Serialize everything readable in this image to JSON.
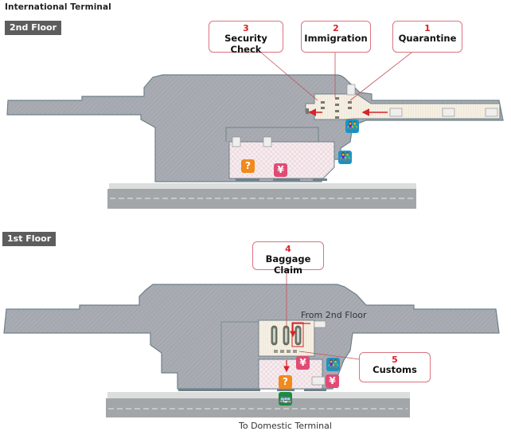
{
  "page_title": "International Terminal",
  "floors": [
    {
      "label": "2nd Floor",
      "callouts": [
        {
          "number": "3",
          "label": "Security Check"
        },
        {
          "number": "2",
          "label": "Immigration"
        },
        {
          "number": "1",
          "label": "Quarantine"
        }
      ],
      "icons": [
        "information",
        "currency-exchange",
        "restroom",
        "restroom"
      ]
    },
    {
      "label": "1st Floor",
      "callouts": [
        {
          "number": "4",
          "label": "Baggage Claim"
        },
        {
          "number": "5",
          "label": "Customs"
        }
      ],
      "labels": {
        "from_2nd_floor": "From 2nd Floor",
        "to_domestic": "To Domestic Terminal"
      },
      "icons": [
        "information",
        "currency-exchange",
        "currency-exchange",
        "restroom",
        "bus"
      ]
    }
  ],
  "glyphs": {
    "info": "?",
    "yen": "¥",
    "wc": "👫",
    "bus": "🚌"
  },
  "colors": {
    "building": "#a8acb2",
    "building_edge": "#6e8189",
    "arrival_route": "#f3ece0",
    "public_area": "#f4e6ea",
    "route_arrow": "#d8232a",
    "road": "#a3a6a8",
    "sidewalk": "#dcdddd"
  }
}
